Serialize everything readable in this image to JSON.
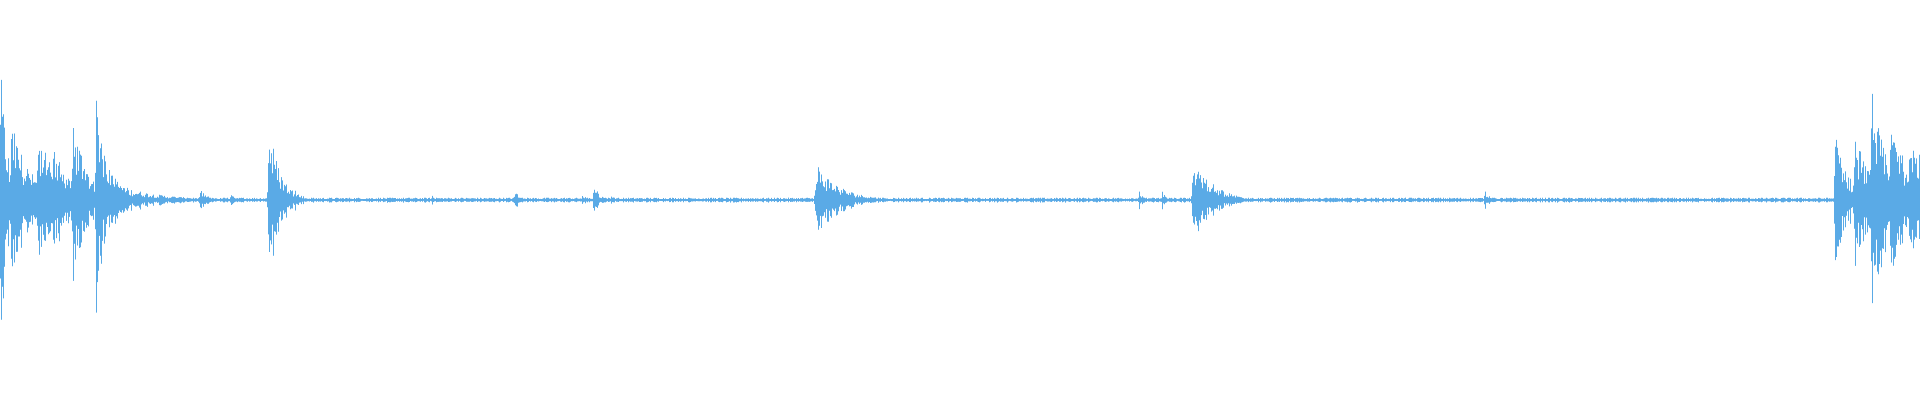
{
  "waveform": {
    "color": "#5aaae6",
    "background": "#ffffff",
    "peak_scale": 1.0,
    "noise_floor": 0.012,
    "events": [
      {
        "t": 0.0,
        "amp": 0.98,
        "width": 0.004
      },
      {
        "t": 0.006,
        "amp": 0.55,
        "width": 0.01
      },
      {
        "t": 0.02,
        "amp": 0.45,
        "width": 0.012
      },
      {
        "t": 0.028,
        "amp": 0.4,
        "width": 0.008
      },
      {
        "t": 0.038,
        "amp": 0.6,
        "width": 0.008
      },
      {
        "t": 0.05,
        "amp": 0.82,
        "width": 0.006
      },
      {
        "t": 0.06,
        "amp": 0.12,
        "width": 0.02
      },
      {
        "t": 0.104,
        "amp": 0.08,
        "width": 0.004
      },
      {
        "t": 0.12,
        "amp": 0.05,
        "width": 0.002
      },
      {
        "t": 0.14,
        "amp": 0.55,
        "width": 0.006
      },
      {
        "t": 0.153,
        "amp": 0.1,
        "width": 0.003
      },
      {
        "t": 0.225,
        "amp": 0.04,
        "width": 0.001
      },
      {
        "t": 0.268,
        "amp": 0.1,
        "width": 0.002
      },
      {
        "t": 0.303,
        "amp": 0.05,
        "width": 0.002
      },
      {
        "t": 0.309,
        "amp": 0.12,
        "width": 0.003
      },
      {
        "t": 0.318,
        "amp": 0.05,
        "width": 0.002
      },
      {
        "t": 0.426,
        "amp": 0.25,
        "width": 0.012
      },
      {
        "t": 0.593,
        "amp": 0.07,
        "width": 0.002
      },
      {
        "t": 0.605,
        "amp": 0.08,
        "width": 0.002
      },
      {
        "t": 0.622,
        "amp": 0.3,
        "width": 0.01
      },
      {
        "t": 0.631,
        "amp": 0.12,
        "width": 0.004
      },
      {
        "t": 0.69,
        "amp": 0.03,
        "width": 0.002
      },
      {
        "t": 0.773,
        "amp": 0.08,
        "width": 0.003
      },
      {
        "t": 0.956,
        "amp": 0.55,
        "width": 0.006
      },
      {
        "t": 0.966,
        "amp": 0.5,
        "width": 0.008
      },
      {
        "t": 0.975,
        "amp": 0.78,
        "width": 0.008
      },
      {
        "t": 0.985,
        "amp": 0.65,
        "width": 0.008
      },
      {
        "t": 0.995,
        "amp": 0.55,
        "width": 0.01
      }
    ]
  }
}
